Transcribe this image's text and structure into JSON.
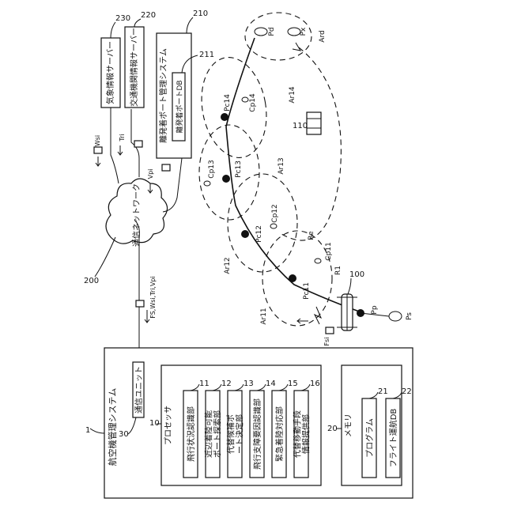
{
  "system": {
    "id": "1",
    "title": "航空機管理システム",
    "comm_unit": {
      "id": "30",
      "label": "通信ユニット"
    },
    "processor": {
      "id": "10",
      "label": "プロセッサ",
      "units": [
        {
          "id": "11",
          "label": "飛行状況認識部"
        },
        {
          "id": "12",
          "label": "近辺着陸可能ポート探索部"
        },
        {
          "id": "13",
          "label": "代替候補ポート決定部"
        },
        {
          "id": "14",
          "label": "飛行支障要因認識部"
        },
        {
          "id": "15",
          "label": "緊急着陸対応部"
        },
        {
          "id": "16",
          "label": "代替移動手段情報提供部"
        }
      ]
    },
    "memory": {
      "id": "20",
      "label": "メモリ",
      "units": [
        {
          "id": "21",
          "label": "プログラム"
        },
        {
          "id": "22",
          "label": "フライト運航DB"
        }
      ]
    }
  },
  "network": {
    "id": "200",
    "label": "通信ネットワーク"
  },
  "servers": [
    {
      "id": "230",
      "label": "気象情報サーバー"
    },
    {
      "id": "220",
      "label": "交通機関情報サーバー"
    },
    {
      "id": "210",
      "label": "離発着ポート管理システム",
      "db": {
        "id": "211",
        "label": "離発着ポートDB"
      }
    }
  ],
  "signals": {
    "wsi": "Wsi",
    "tri": "Tri",
    "vpi": "Vpi",
    "fs_bundle": "FS,Wsi,Tri,Vpi",
    "fsi": "Fsi"
  },
  "map": {
    "ports": [
      "Pd",
      "Px",
      "Ps",
      "Pp",
      "Pc11",
      "Pc12",
      "Pc13",
      "Pc14"
    ],
    "candidates": [
      "Cp11",
      "Cp12",
      "Cp13",
      "Cp14"
    ],
    "areas": [
      "Ar11",
      "Ar12",
      "Ar13",
      "Ar14",
      "Ard"
    ],
    "route": "R1",
    "re": "Re",
    "aircraft_id": "100",
    "vehicle_id": "110"
  }
}
